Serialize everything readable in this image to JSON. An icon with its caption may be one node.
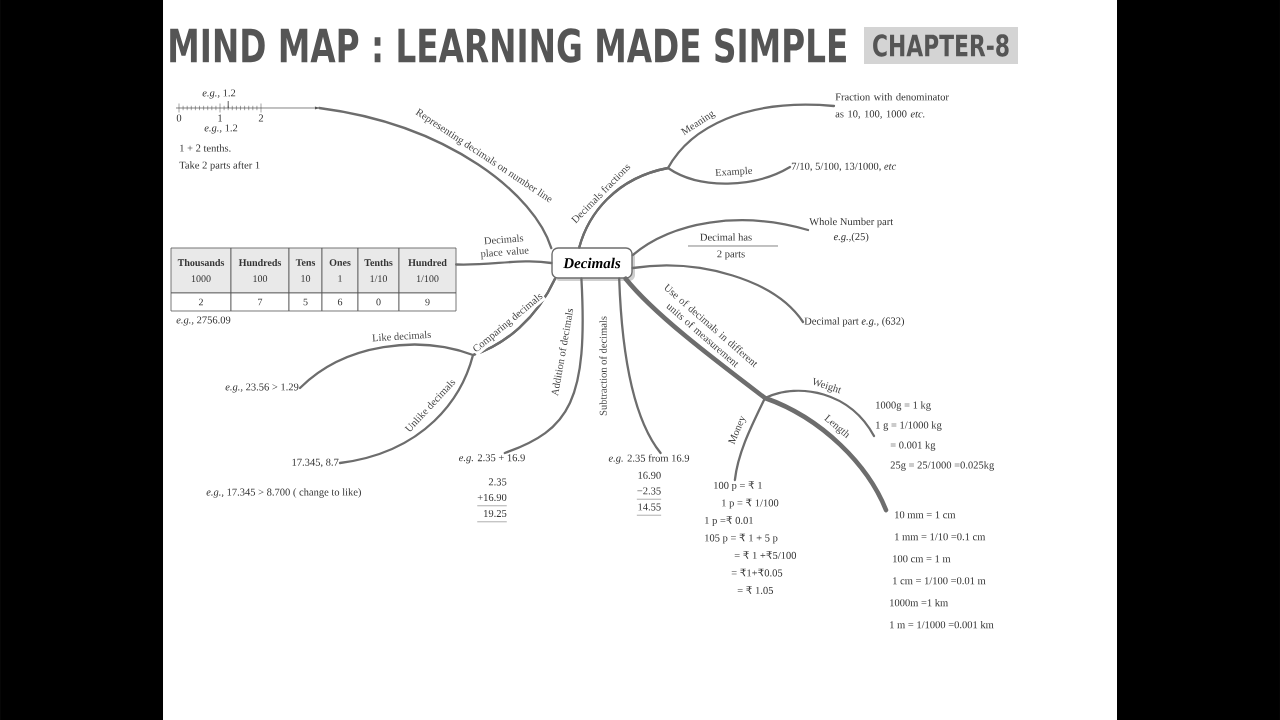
{
  "diagram": {
    "title": "MIND MAP : LEARNING MADE SIMPLE",
    "nodes": [
      {
        "text": [
          "CHAPTER-8"
        ]
      },
      {
        "text": [],
        "shape": "picture",
        "beside": [
          "*e.g.,* 1.2",
          "0",
          "1",
          "2",
          "*e.g.,* 1.2",
          "1 + 2 tenths.",
          "Take 2 parts after 1"
        ]
      },
      {
        "text": [
          "Fraction with denominator as 10, 100, 1000 *etc.*"
        ]
      },
      {
        "text": [
          "7/10, 5/100, 13/1000, *etc*"
        ]
      },
      {
        "text": [
          "Whole Number part",
          "*e.g.,*(25)"
        ]
      },
      {
        "text": [
          "Thousands",
          "1000",
          "Hundreds",
          "100",
          "Tens",
          "10",
          "Ones",
          "1",
          "Tenths",
          "1/10",
          "Hundred",
          "1/100",
          "2",
          "7",
          "5",
          "6",
          "0",
          "9"
        ],
        "beside": [
          "*e.g.,* 2756.09"
        ]
      },
      {
        "text": [
          "Decimals"
        ]
      },
      {
        "text": [
          "Decimal part *e.g.,* (632)"
        ]
      },
      {
        "text": [
          "*e.g.,* 23.56 > 1.29"
        ]
      },
      {
        "text": [
          "1000g = 1 kg",
          "1 g = 1/1000 kg",
          "= 0.001 kg",
          "25g = 25/1000 =0.025kg"
        ]
      },
      {
        "text": [
          "17.345, 8.7"
        ],
        "beside": [
          "*e.g.,* 17.345 > 8.700 ( change to like)"
        ]
      },
      {
        "text": [
          "*e.g.* 2.35 + 16.9",
          "2.35",
          "+16.90",
          "19.25"
        ]
      },
      {
        "text": [
          "*e.g.* 2.35 from 16.9",
          "16.90",
          "−2.35",
          "14.55"
        ]
      },
      {
        "text": [
          "100 p = ₹ 1",
          "1 p = ₹ 1/100",
          "1 p =₹ 0.01",
          "105 p = ₹ 1 + 5 p",
          "= ₹ 1 +₹5/100",
          "= ₹1+₹0.05",
          "= ₹ 1.05"
        ]
      },
      {
        "text": [
          "10 mm = 1 cm",
          "1 mm = 1/10 =0.1 cm",
          "100 cm = 1 m",
          "1 cm = 1/100 =0.01 m",
          "1000m =1 km",
          "1 m = 1/1000 =0.001 km"
        ]
      }
    ],
    "edges": [
      {
        "from": 6,
        "to": 1,
        "arrow": "none",
        "label": "Representing decimals on number line"
      },
      {
        "from": 6,
        "to": 2,
        "arrow": "none",
        "label": "Meaning"
      },
      {
        "from": 6,
        "to": 3,
        "arrow": "none",
        "label": "Example"
      },
      {
        "from": 6,
        "to": 4,
        "arrow": "none"
      },
      {
        "from": 6,
        "to": 7,
        "arrow": "none"
      },
      {
        "from": 6,
        "to": 9,
        "arrow": "none",
        "label": "Weight"
      },
      {
        "from": 6,
        "to": 14,
        "arrow": "none",
        "label": "Length",
        "style": "thick"
      },
      {
        "from": 6,
        "to": 13,
        "arrow": "none",
        "label": "Money"
      },
      {
        "from": 6,
        "to": 12,
        "arrow": "none",
        "label": "Subtraction of decimals"
      },
      {
        "from": 6,
        "to": 11,
        "arrow": "none",
        "label": "Addition of decimals"
      },
      {
        "from": 6,
        "to": 8,
        "arrow": "none",
        "label": "Like decimals"
      },
      {
        "from": 6,
        "to": 10,
        "arrow": "none",
        "label": "Unlike decimals"
      },
      {
        "from": 6,
        "to": 5,
        "arrow": "none",
        "label": "Decimals place value"
      }
    ],
    "labels": [
      "Decimals fractions",
      "Decimal has",
      "2 parts",
      "Comparing decimals",
      "Use of decimals in different units of measurement"
    ]
  }
}
